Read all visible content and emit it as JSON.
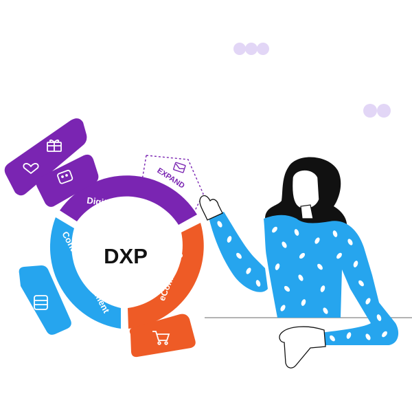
{
  "diagram": {
    "center_label": "DXP",
    "segments": {
      "digital_marketing": "Digital Marketing",
      "ecommerce": "eCommerce",
      "content_management": "Content Management"
    },
    "expand_label": "EXPAND",
    "icons": {
      "heart": "heart-icon",
      "gift": "gift-icon",
      "chat": "chat-icon",
      "cart": "cart-icon",
      "cms": "database-icon",
      "mail": "mail-icon"
    }
  },
  "colors": {
    "purple": "#7A25B2",
    "orange": "#EE5B26",
    "blue": "#26A5EE",
    "lavender": "#E0D5F7",
    "hair": "#111111",
    "dress_dots": "#FFFFFF"
  }
}
